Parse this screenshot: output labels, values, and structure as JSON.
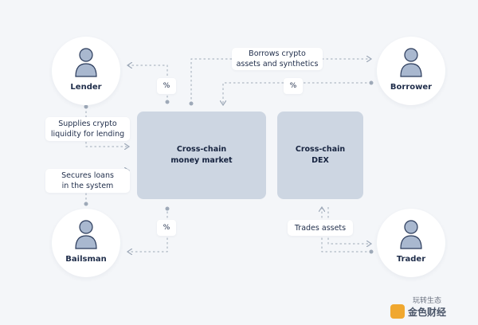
{
  "actors": {
    "lender": "Lender",
    "borrower": "Borrower",
    "bailsman": "Bailsman",
    "trader": "Trader"
  },
  "boxes": {
    "money_market": "Cross-chain\nmoney market",
    "dex": "Cross-chain\nDEX"
  },
  "labels": {
    "borrows": "Borrows crypto\nassets and synthetics",
    "supplies": "Supplies crypto\nliquidity for lending",
    "secures": "Secures loans\nin the system",
    "trades": "Trades assets"
  },
  "percent": "%",
  "watermark": {
    "subtitle": "玩转生态",
    "title": "金色财经"
  },
  "colors": {
    "background": "#f4f6f9",
    "box": "#cdd6e2",
    "connector": "#9ea9b8",
    "avatar": "#a9b8cf"
  }
}
